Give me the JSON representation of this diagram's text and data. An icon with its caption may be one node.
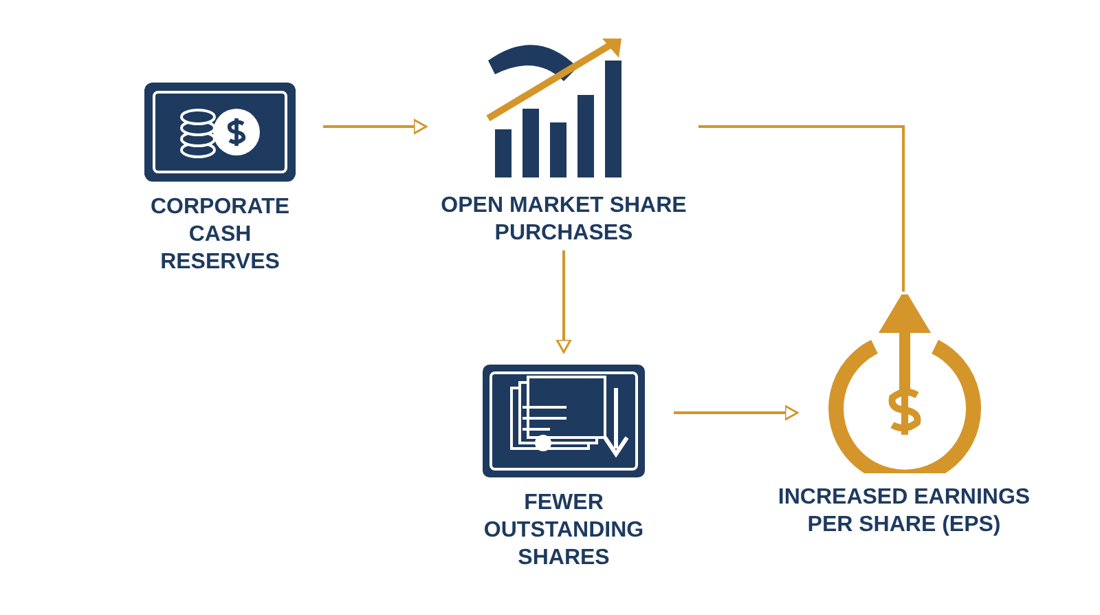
{
  "diagram": {
    "nodes": [
      {
        "text": [
          "CORPORATE CASH RESERVES"
        ]
      },
      {
        "text": [
          "OPEN MARKET SHARE PURCHASES"
        ]
      },
      {
        "text": [
          "FEWER OUTSTANDING SHARES"
        ]
      },
      {
        "text": [
          "INCREASED EARNINGS PER SHARE (EPS)"
        ]
      }
    ],
    "edges": [
      {
        "from": 0,
        "to": 1,
        "arrow": "to"
      },
      {
        "from": 1,
        "to": 2,
        "arrow": "to"
      },
      {
        "from": 2,
        "to": 3,
        "arrow": "to"
      },
      {
        "from": 1,
        "to": 3,
        "arrow": "none"
      }
    ]
  }
}
